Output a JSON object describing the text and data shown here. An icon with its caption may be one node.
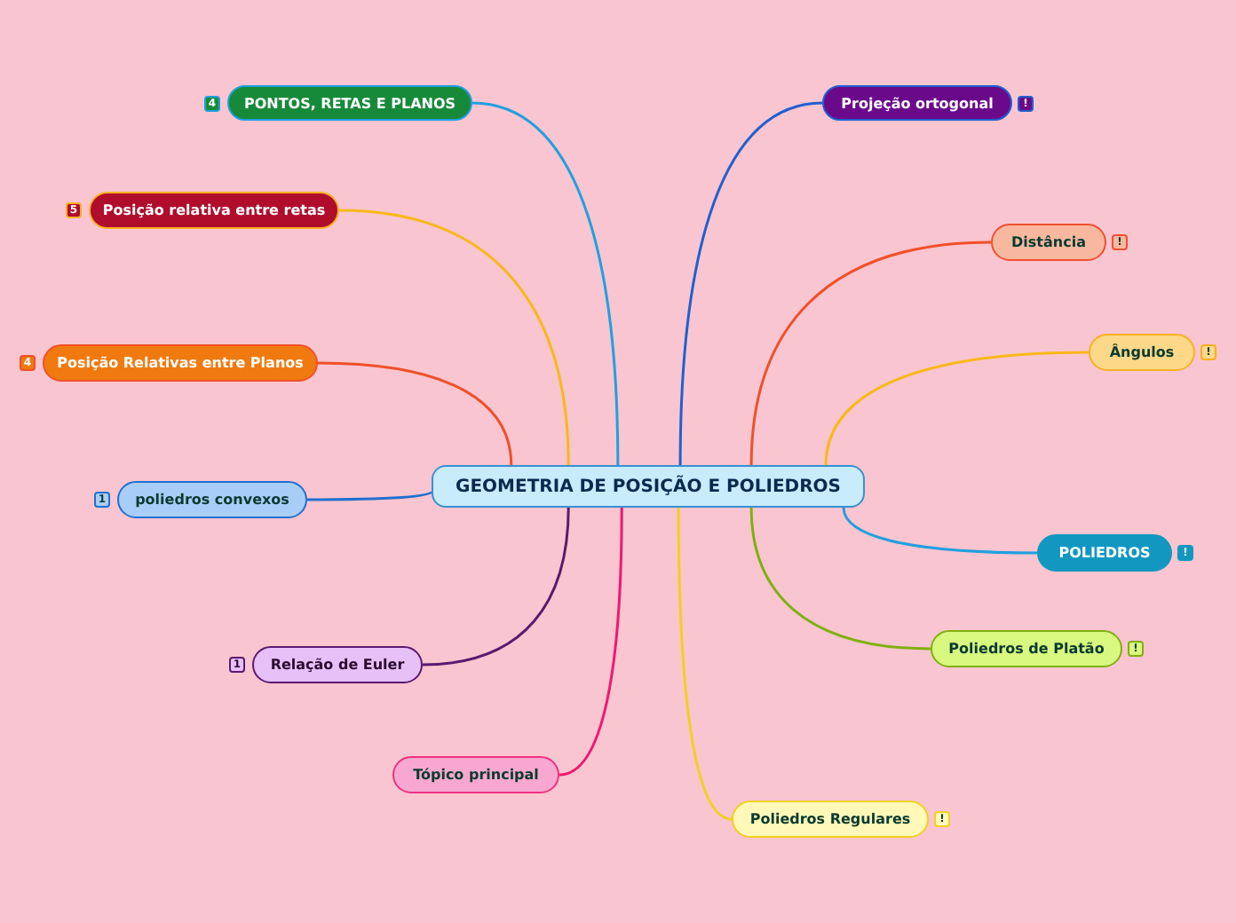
{
  "diagram": {
    "nodes": [
      {
        "text": [
          "GEOMETRIA DE POSIÇÃO E POLIEDROS"
        ]
      },
      {
        "text": [
          "PONTOS, RETAS E PLANOS"
        ],
        "beside": [
          "4"
        ]
      },
      {
        "text": [
          "Posição relativa entre retas"
        ],
        "beside": [
          "5"
        ]
      },
      {
        "text": [
          "Posição Relativas entre Planos"
        ],
        "beside": [
          "4"
        ]
      },
      {
        "text": [
          "poliedros convexos"
        ],
        "beside": [
          "1"
        ]
      },
      {
        "text": [
          "Relação de Euler"
        ],
        "beside": [
          "1"
        ]
      },
      {
        "text": [
          "Tópico principal"
        ]
      },
      {
        "text": [
          "Projeção ortogonal"
        ],
        "beside": [
          "!"
        ]
      },
      {
        "text": [
          "Distância"
        ],
        "beside": [
          "!"
        ]
      },
      {
        "text": [
          "Ângulos"
        ],
        "beside": [
          "!"
        ]
      },
      {
        "text": [
          "POLIEDROS"
        ],
        "beside": [
          "!"
        ]
      },
      {
        "text": [
          "Poliedros de Platão"
        ],
        "beside": [
          "!"
        ]
      },
      {
        "text": [
          "Poliedros Regulares"
        ],
        "beside": [
          "!"
        ]
      }
    ],
    "edges": [
      {
        "from": 0,
        "to": 1,
        "arrow": "none",
        "color": "#20a0e0"
      },
      {
        "from": 0,
        "to": 2,
        "arrow": "none",
        "color": "#f8b818"
      },
      {
        "from": 0,
        "to": 3,
        "arrow": "none",
        "color": "#f05028"
      },
      {
        "from": 0,
        "to": 4,
        "arrow": "none",
        "color": "#2070d0"
      },
      {
        "from": 0,
        "to": 5,
        "arrow": "none",
        "color": "#5a1a70"
      },
      {
        "from": 0,
        "to": 6,
        "arrow": "none",
        "color": "#f01870"
      },
      {
        "from": 0,
        "to": 7,
        "arrow": "none",
        "color": "#2060d0"
      },
      {
        "from": 0,
        "to": 8,
        "arrow": "none",
        "color": "#f05028"
      },
      {
        "from": 0,
        "to": 9,
        "arrow": "none",
        "color": "#f8b818"
      },
      {
        "from": 0,
        "to": 10,
        "arrow": "none",
        "color": "#20a0e0"
      },
      {
        "from": 0,
        "to": 11,
        "arrow": "none",
        "color": "#80b010"
      },
      {
        "from": 0,
        "to": 12,
        "arrow": "none",
        "color": "#f0d020"
      }
    ]
  }
}
